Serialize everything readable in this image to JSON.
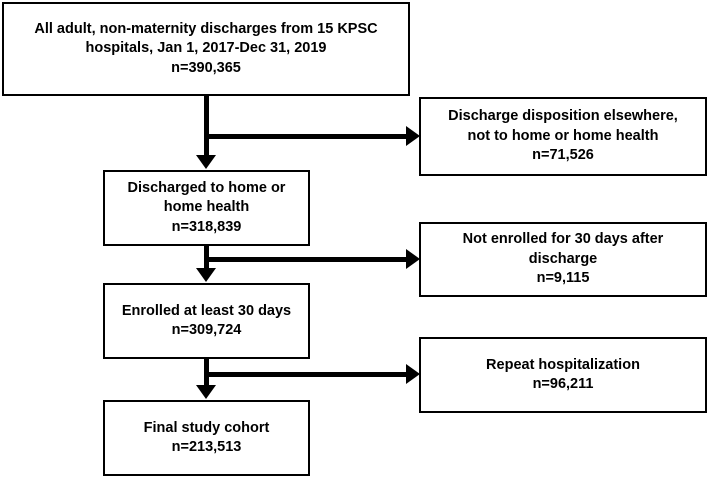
{
  "diagram": {
    "type": "study-participant-flow",
    "nodes": {
      "cohort_source": {
        "lines": [
          "All adult, non-maternity discharges from 15 KPSC",
          "hospitals, Jan 1, 2017-Dec 31, 2019",
          "n=390,365"
        ]
      },
      "discharged_home": {
        "lines": [
          "Discharged to home or",
          "home health",
          "n=318,839"
        ]
      },
      "enrolled_30_days": {
        "lines": [
          "Enrolled at least 30 days",
          "n=309,724"
        ]
      },
      "final_cohort": {
        "lines": [
          "Final study cohort",
          "n=213,513"
        ]
      },
      "excluded_disposition": {
        "lines": [
          "Discharge disposition elsewhere,",
          "not to home or home health",
          "n=71,526"
        ]
      },
      "excluded_enrollment": {
        "lines": [
          "Not enrolled for 30 days after",
          "discharge",
          "n=9,115"
        ]
      },
      "excluded_repeat": {
        "lines": [
          "Repeat hospitalization",
          "n=96,211"
        ]
      }
    },
    "colors": {
      "stroke": "#000000",
      "fill": "#ffffff",
      "text": "#000000"
    }
  }
}
